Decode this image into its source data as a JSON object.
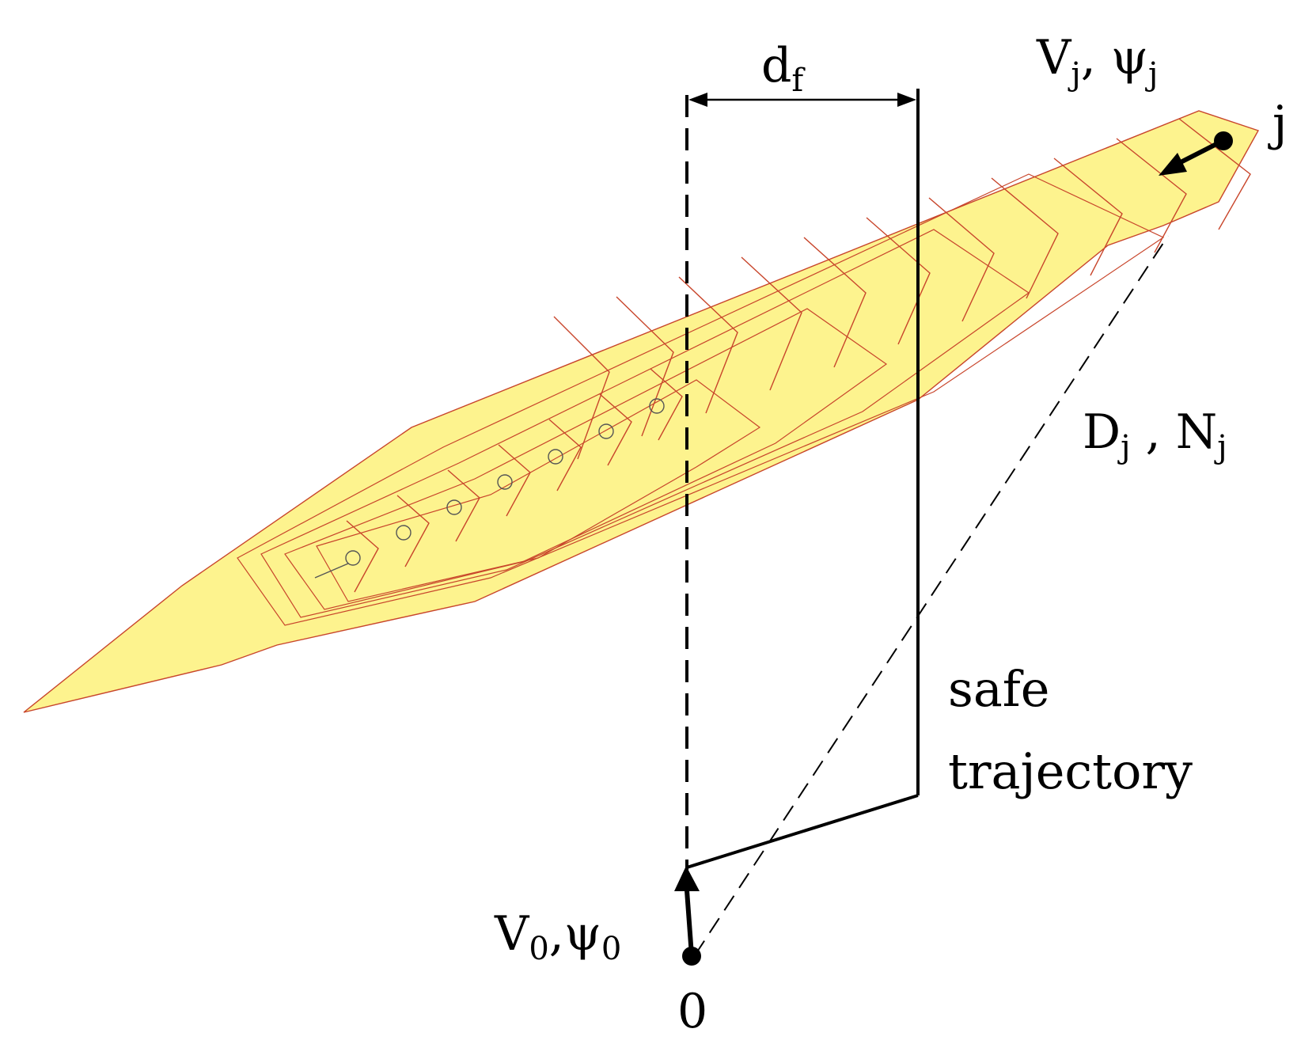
{
  "diagram": {
    "labels": {
      "df_main": "d",
      "df_sub": "f",
      "vj_main_v": "V",
      "vj_sub_1": "j",
      "vj_psi": ", ψ",
      "vj_sub_2": "j",
      "target_id": "j",
      "dj_main": "D",
      "dj_sub": "j",
      "nj_main": " , N",
      "nj_sub": "j",
      "safe_line1": "safe",
      "safe_line2": "trajectory",
      "v0_main_v": "V",
      "v0_sub_1": "0",
      "v0_psi": ",ψ",
      "v0_sub_2": "0",
      "own_id": "0"
    },
    "colors": {
      "hazard_fill": "#fdf38e",
      "hazard_stroke": "#c8452b",
      "lines": "#000000"
    }
  }
}
